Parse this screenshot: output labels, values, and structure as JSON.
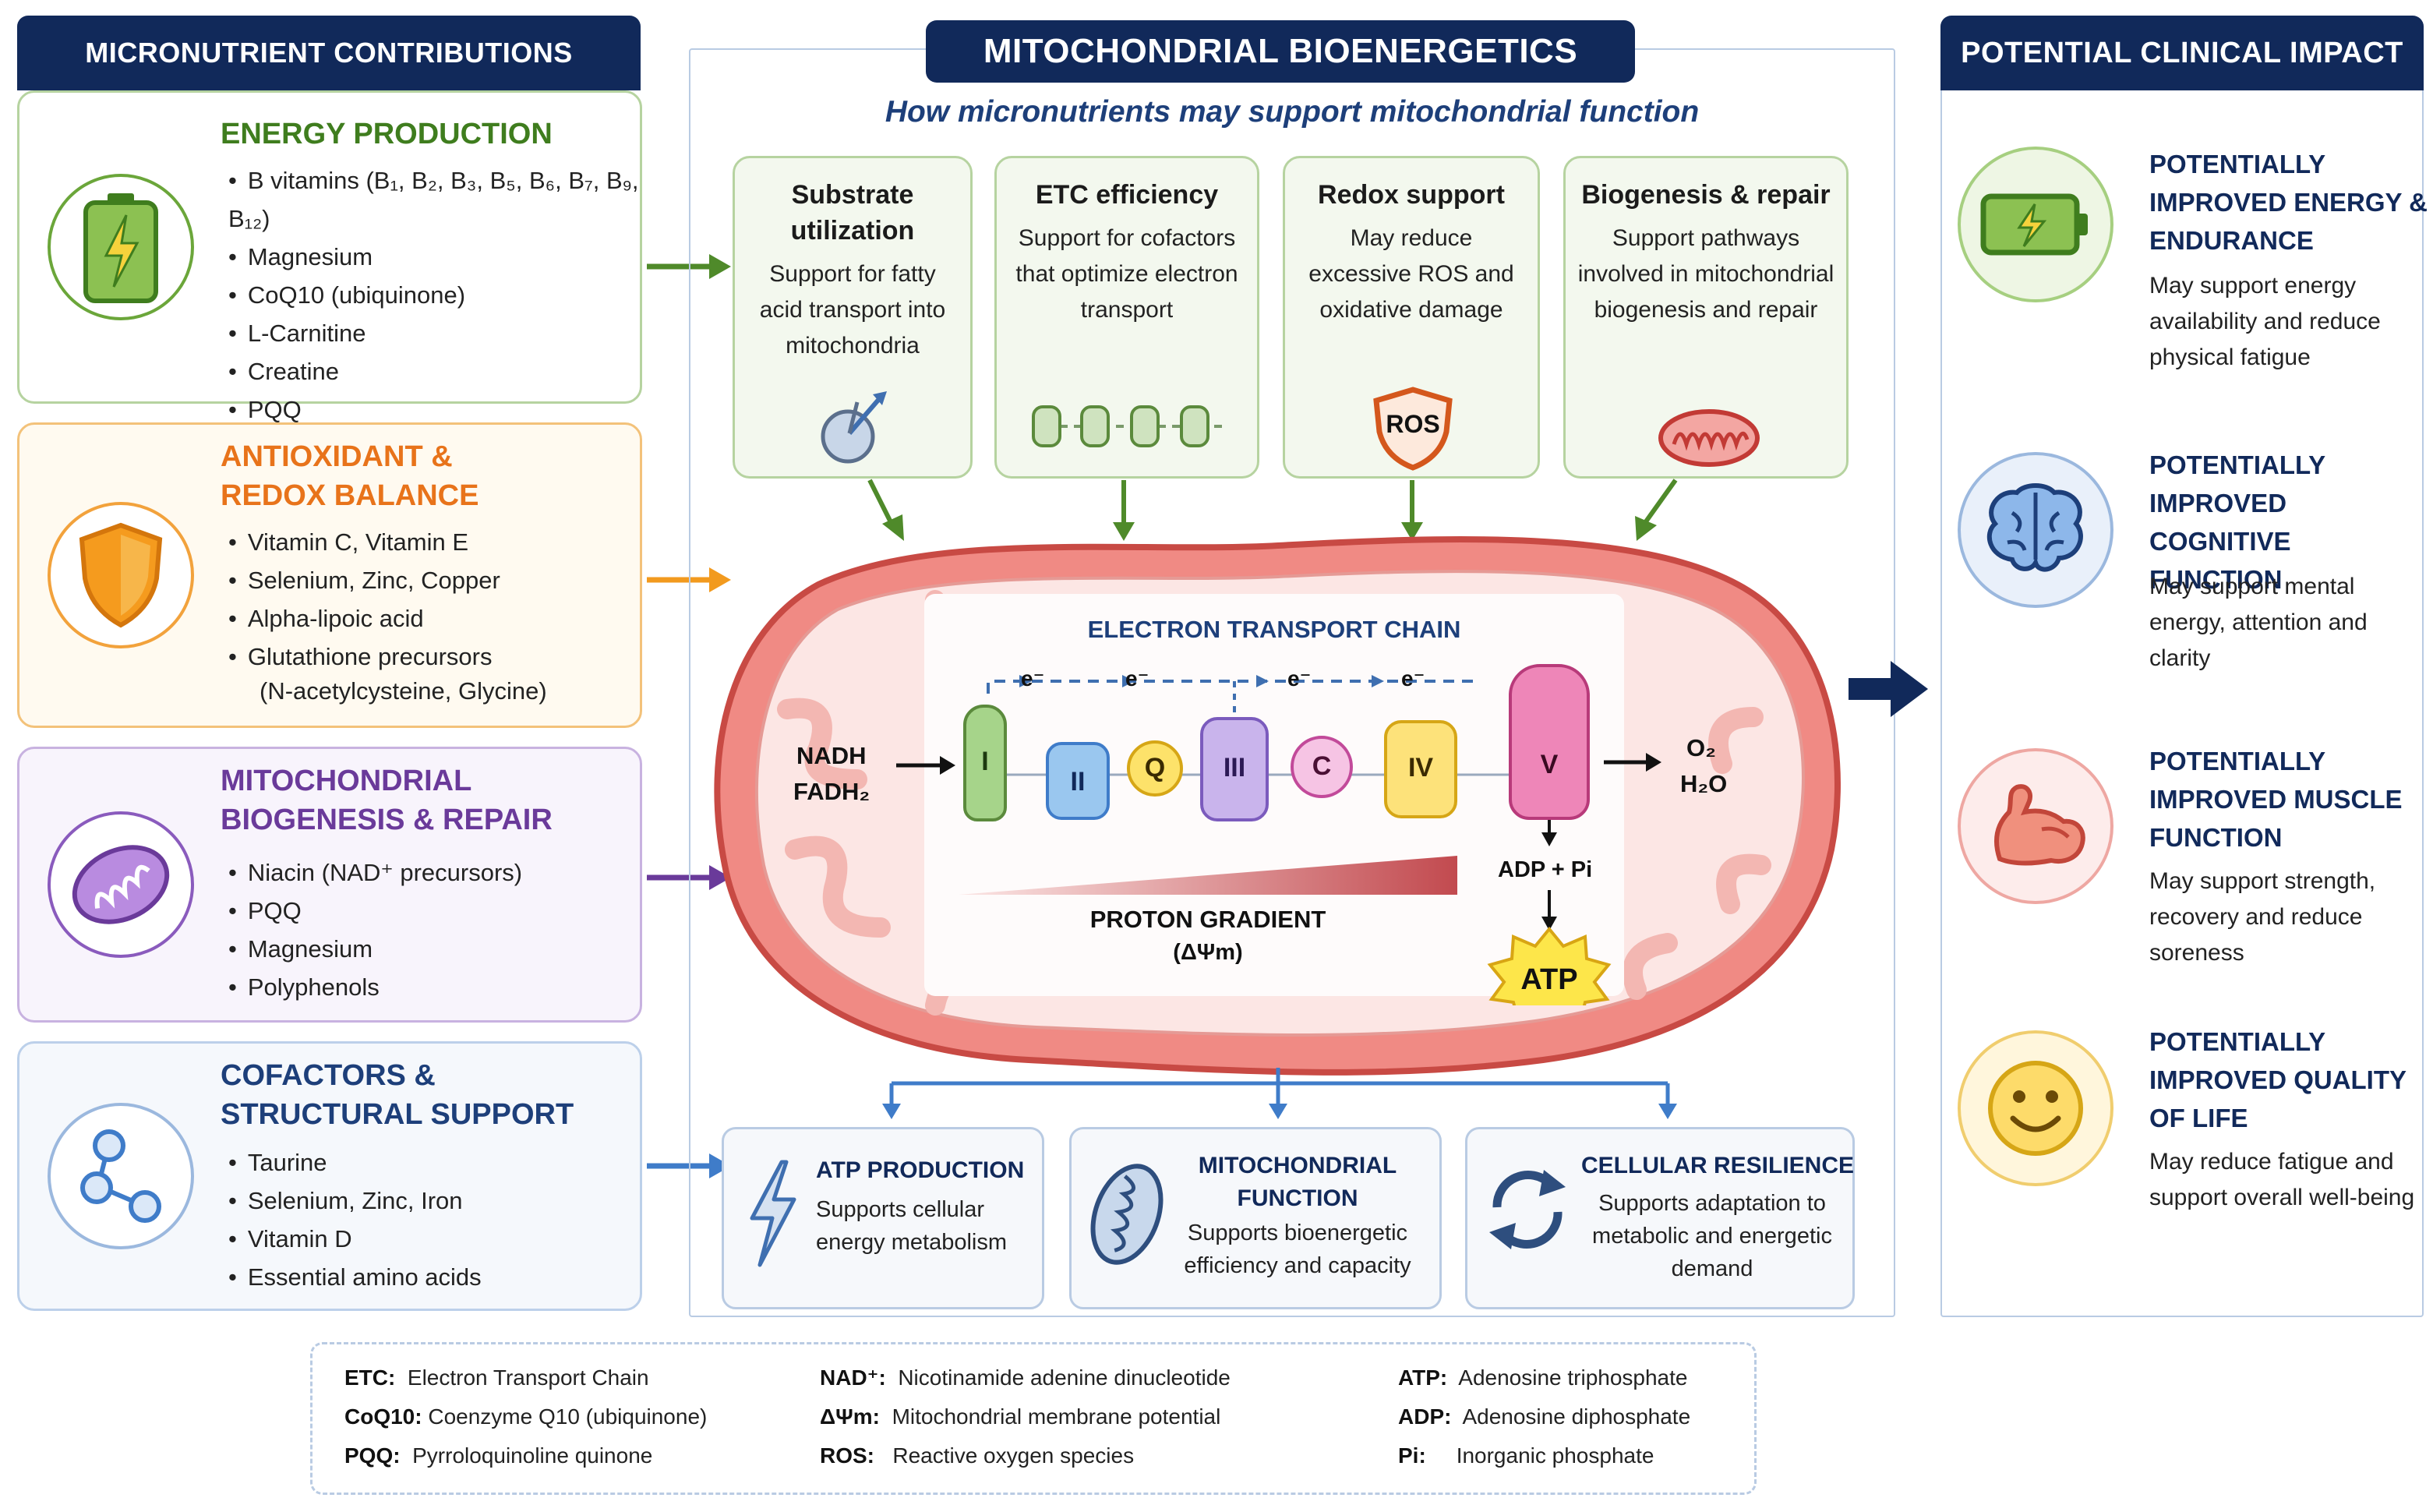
{
  "left": {
    "header": "MICRONUTRIENT CONTRIBUTIONS",
    "cards": [
      {
        "title1": "ENERGY PRODUCTION",
        "title2": "",
        "color": "#3f7d1e",
        "items": [
          "B vitamins (B₁, B₂, B₃, B₅, B₆, B₇, B₉, B₁₂)",
          "Magnesium",
          "CoQ10 (ubiquinone)",
          "L-Carnitine",
          "Creatine",
          "PQQ"
        ],
        "icon": "battery-icon"
      },
      {
        "title1": "ANTIOXIDANT &",
        "title2": "REDOX BALANCE",
        "color": "#e8731a",
        "items": [
          "Vitamin C, Vitamin E",
          "Selenium, Zinc, Copper",
          "Alpha-lipoic acid",
          "Glutathione precursors"
        ],
        "extra": "(N-acetylcysteine, Glycine)",
        "icon": "shield-icon"
      },
      {
        "title1": "MITOCHONDRIAL",
        "title2": "BIOGENESIS & REPAIR",
        "color": "#6a3a9a",
        "items": [
          "Niacin (NAD⁺ precursors)",
          "PQQ",
          "Magnesium",
          "Polyphenols"
        ],
        "icon": "mitochondrion-icon"
      },
      {
        "title1": "COFACTORS &",
        "title2": "STRUCTURAL SUPPORT",
        "color": "#1d3f7a",
        "items": [
          "Taurine",
          "Selenium, Zinc, Iron",
          "Vitamin D",
          "Essential amino acids"
        ],
        "icon": "molecule-icon"
      }
    ]
  },
  "center": {
    "header": "MITOCHONDRIAL BIOENERGETICS",
    "subtitle": "How micronutrients may support mitochondrial function",
    "boxes": [
      {
        "title": "Substrate utilization",
        "desc": "Support for fatty acid transport into mitochondria",
        "icon": "transport-icon"
      },
      {
        "title": "ETC efficiency",
        "desc": "Support for cofactors that optimize electron transport",
        "icon": "complex-chain-icon"
      },
      {
        "title": "Redox support",
        "desc": "May reduce excessive ROS and oxidative damage",
        "icon": "ros-shield-icon",
        "icon_text": "ROS"
      },
      {
        "title": "Biogenesis & repair",
        "desc": "Support pathways involved in mitochondrial biogenesis and repair",
        "icon": "mitochondrion-icon"
      }
    ],
    "etc": {
      "title": "ELECTRON TRANSPORT CHAIN",
      "input1": "NADH",
      "input2": "FADH₂",
      "complexes": [
        "I",
        "II",
        "Q",
        "III",
        "C",
        "IV",
        "V"
      ],
      "electron": "e⁻",
      "output1": "O₂",
      "output2": "H₂O",
      "adp": "ADP + Pi",
      "atp": "ATP",
      "gradient1": "PROTON GRADIENT",
      "gradient2": "(ΔΨm)"
    },
    "outcomes": [
      {
        "title": "ATP PRODUCTION",
        "desc": "Supports cellular energy metabolism",
        "icon": "lightning-icon"
      },
      {
        "title": "MITOCHONDRIAL FUNCTION",
        "desc": "Supports bioenergetic efficiency and capacity",
        "icon": "mitochondrion-icon"
      },
      {
        "title": "CELLULAR RESILIENCE",
        "desc": "Supports adaptation to metabolic and energetic demand",
        "icon": "cycle-icon"
      }
    ]
  },
  "right": {
    "header": "POTENTIAL CLINICAL IMPACT",
    "items": [
      {
        "title": "POTENTIALLY IMPROVED ENERGY & ENDURANCE",
        "desc": "May support energy availability and reduce physical fatigue",
        "icon": "battery-icon"
      },
      {
        "title": "POTENTIALLY IMPROVED COGNITIVE FUNCTION",
        "desc": "May support mental energy, attention and clarity",
        "icon": "brain-icon"
      },
      {
        "title": "POTENTIALLY IMPROVED MUSCLE FUNCTION",
        "desc": "May support strength, recovery and reduce soreness",
        "icon": "muscle-icon"
      },
      {
        "title": "POTENTIALLY IMPROVED QUALITY OF LIFE",
        "desc": "May reduce fatigue and support overall well-being",
        "icon": "smiley-icon"
      }
    ]
  },
  "legend": [
    {
      "abbr": "ETC:",
      "full": "Electron Transport Chain"
    },
    {
      "abbr": "CoQ10:",
      "full": "Coenzyme Q10 (ubiquinone)"
    },
    {
      "abbr": "PQQ:",
      "full": "Pyrroloquinoline quinone"
    },
    {
      "abbr": "NAD⁺:",
      "full": "Nicotinamide adenine dinucleotide"
    },
    {
      "abbr": "ΔΨm:",
      "full": "Mitochondrial membrane potential"
    },
    {
      "abbr": "ROS:",
      "full": "Reactive oxygen species"
    },
    {
      "abbr": "ATP:",
      "full": "Adenosine triphosphate"
    },
    {
      "abbr": "ADP:",
      "full": "Adenosine diphosphate"
    },
    {
      "abbr": "Pi:",
      "full": "Inorganic phosphate"
    }
  ],
  "colors": {
    "navy": "#11295a",
    "green": "#4f8a2a",
    "orange": "#f29a1e",
    "purple": "#6a3a9a",
    "blue": "#3f7cc9",
    "mito": "#e35b56"
  }
}
